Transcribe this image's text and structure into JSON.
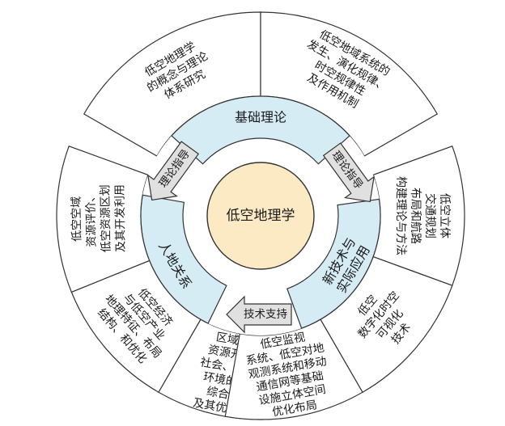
{
  "center": {
    "label": "低空地理学"
  },
  "ring": [
    {
      "id": "top",
      "label": "基础理论"
    },
    {
      "id": "left",
      "label": "人地关系"
    },
    {
      "id": "right",
      "label": "新技术与实际应用"
    }
  ],
  "outer": [
    {
      "id": "top-1",
      "lines": [
        "低空地理学",
        "的概念与理论",
        "体系研究"
      ]
    },
    {
      "id": "top-2",
      "lines": [
        "低空地域系统的",
        "发生、演化规律、",
        "时空规律性",
        "及作用机制"
      ]
    },
    {
      "id": "left-1",
      "lines": [
        "低空空域",
        "资源评价、",
        "低空资源区划",
        "及其开发利用"
      ]
    },
    {
      "id": "left-2",
      "lines": [
        "低空经济",
        "与低空产业",
        "地理特征、布局",
        "结构、和优化"
      ]
    },
    {
      "id": "left-3",
      "lines": [
        "区域低空",
        "资源开发与",
        "社会、经济、",
        "环境的相互",
        "综合关系",
        "及其优化调控"
      ]
    },
    {
      "id": "right-1",
      "lines": [
        "低空立体",
        "交通规划",
        "布局和航路",
        "构建理论与方法"
      ]
    },
    {
      "id": "right-2",
      "lines": [
        "低空",
        "数字化时空",
        "可视化",
        "技术"
      ]
    },
    {
      "id": "right-3",
      "lines": [
        "低空监视",
        "系统、低空对地",
        "观测系统和移动",
        "通信网等基础",
        "设施立体空间",
        "优化布局"
      ]
    }
  ],
  "arrows": [
    {
      "id": "theory-guide-left",
      "label": "理论指导"
    },
    {
      "id": "theory-guide-right",
      "label": "理论指导"
    },
    {
      "id": "tech-support",
      "label": "技术支持"
    }
  ],
  "colors": {
    "ring": "#d6ecf5",
    "core": "#fbeac3",
    "arrow": "#e0e0e0",
    "outer": "#ffffff",
    "stroke": "#333333"
  }
}
